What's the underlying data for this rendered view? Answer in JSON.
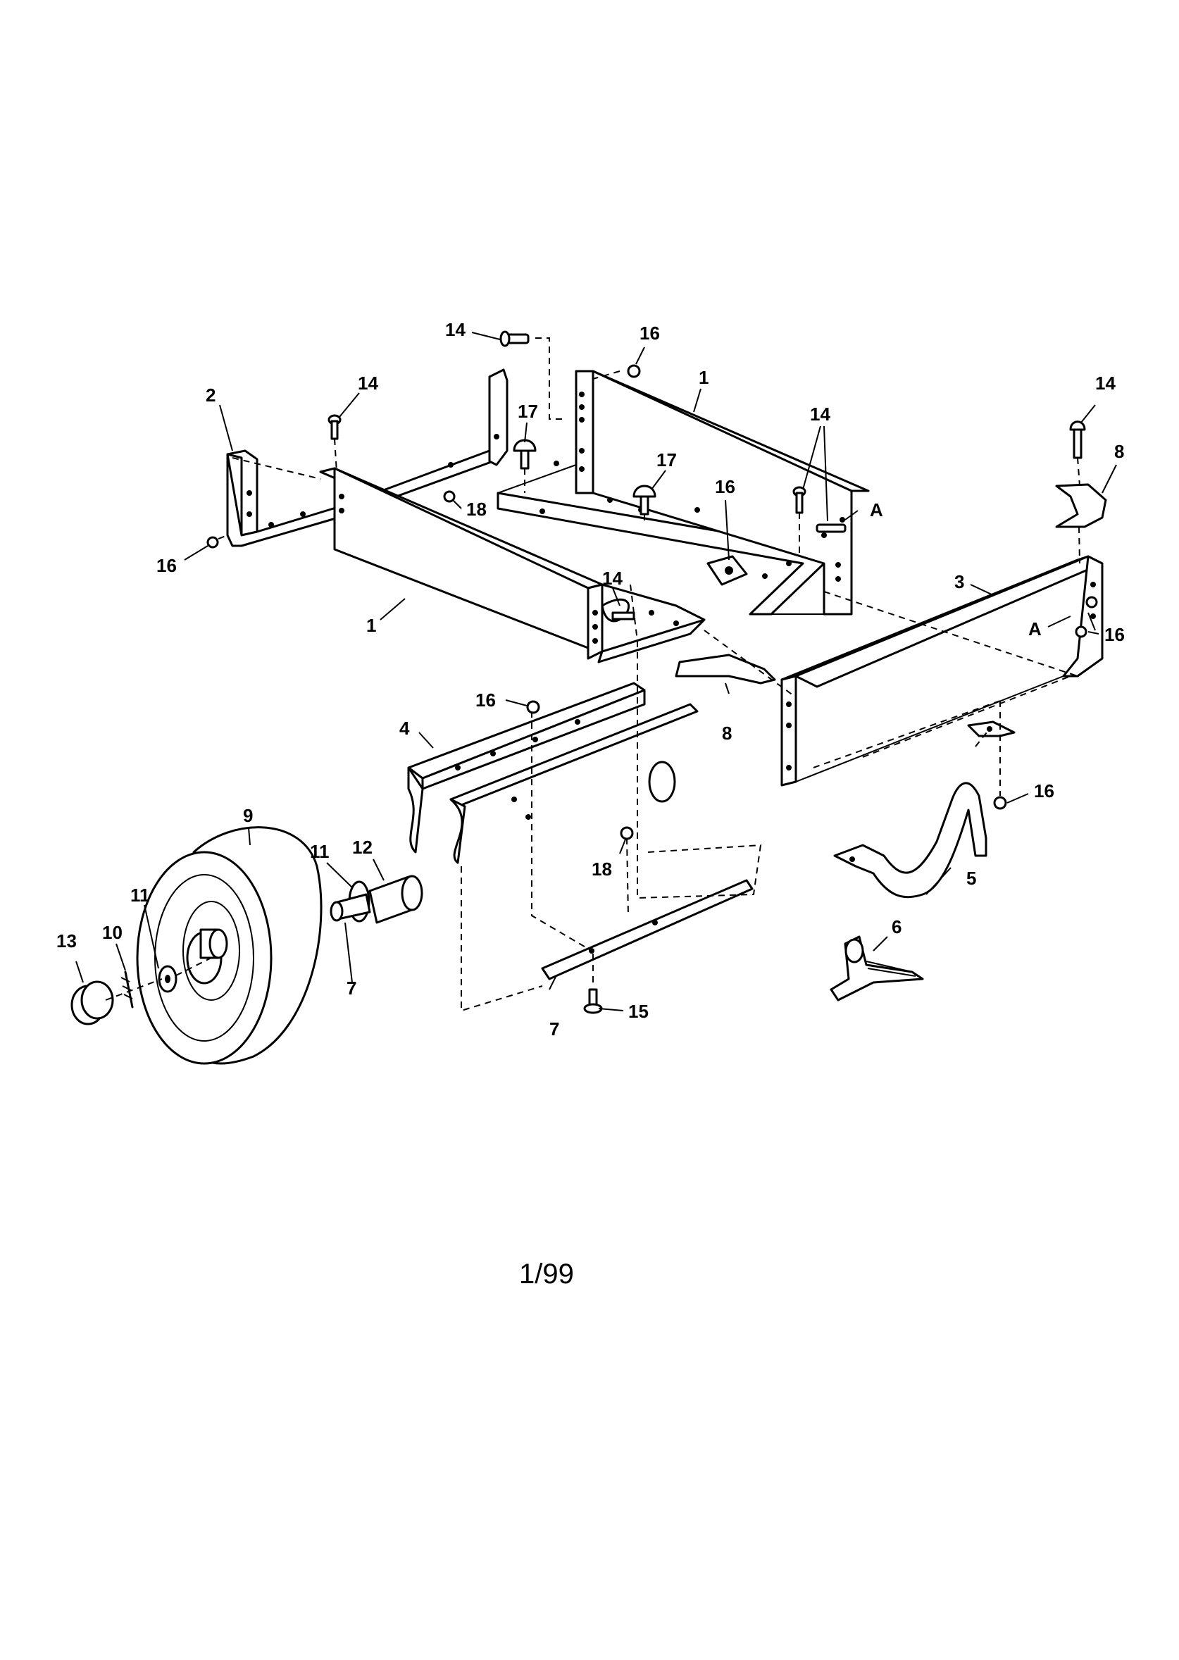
{
  "diagram": {
    "callouts": {
      "c14a": "14",
      "c16a": "16",
      "c1a": "1",
      "c14b": "14",
      "c2": "2",
      "c17a": "17",
      "c14c": "14",
      "c14d": "14",
      "c8a": "8",
      "c17b": "17",
      "c16b": "16",
      "cA1": "A",
      "c18a": "18",
      "c16c": "16",
      "c1b": "1",
      "c14e": "14",
      "c3": "3",
      "cA2": "A",
      "c16d": "16",
      "c16e": "16",
      "c8b": "8",
      "c4": "4",
      "c16f": "16",
      "c9": "9",
      "c11a": "11",
      "c12": "12",
      "c11b": "11",
      "c18b": "18",
      "c5": "5",
      "c10": "10",
      "c13": "13",
      "c7a": "7",
      "c6": "6",
      "c15": "15",
      "c7b": "7"
    },
    "page_number": "1/99"
  }
}
